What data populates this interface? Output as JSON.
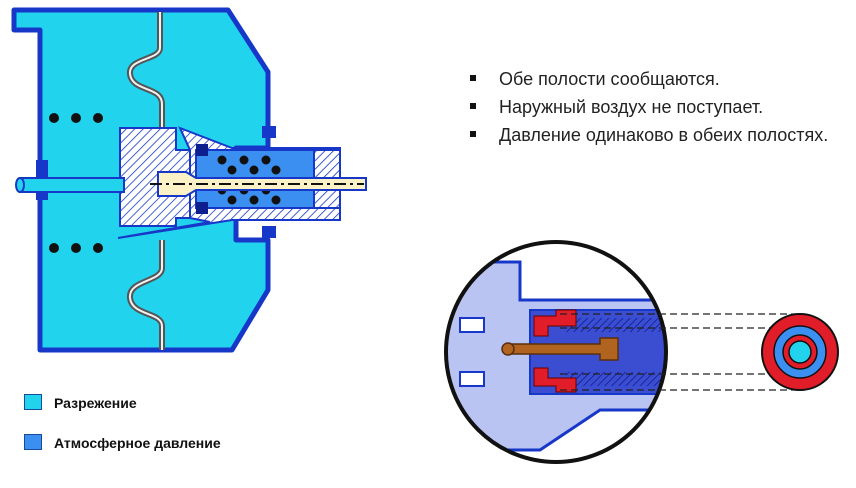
{
  "bullets": [
    "Обе полости сообщаются.",
    "Наружный воздух не поступает.",
    "Давление одинаково в обеих полостях."
  ],
  "legend": {
    "vacuum_label": "Разрежение",
    "atmospheric_label": "Атмосферное давление"
  },
  "colors": {
    "vacuum": "#22d3ee",
    "atmospheric": "#3b8ff0",
    "outline": "#1737c9",
    "seal": "#e11d2a",
    "rod": "#b0641f",
    "zoom_body": "#b9c4f2"
  }
}
